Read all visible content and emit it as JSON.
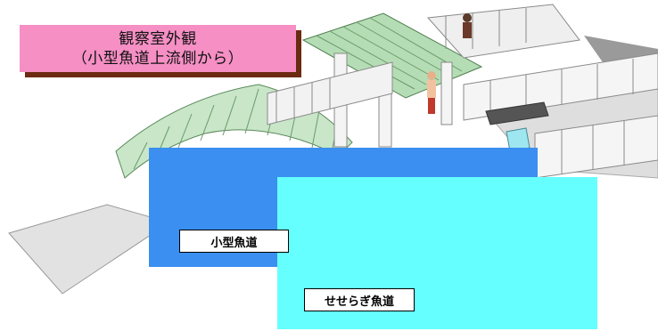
{
  "title": {
    "line1": "観察室外観",
    "line2": "（小型魚道上流側から）"
  },
  "labels": {
    "small_fishway": "小型魚道",
    "seseragi_fishway": "せせらぎ魚道"
  },
  "colors": {
    "title_bg": "#f58fc4",
    "title_shadow": "#6b2a12",
    "small_fishway_panel": "#3a8ff0",
    "seseragi_panel": "#66ffff",
    "roof": "#a8d8a8"
  }
}
